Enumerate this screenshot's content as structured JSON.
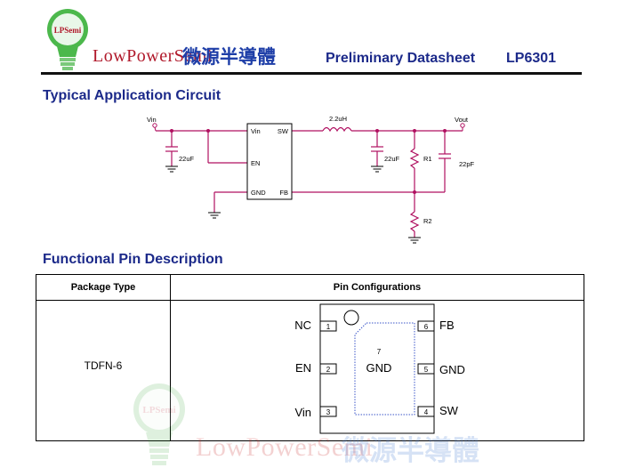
{
  "header": {
    "logo_text": "LPSemi",
    "brand_name": "LowPowerSemi",
    "brand_cn": "微源半導體",
    "doc_title": "Preliminary Datasheet",
    "part_number": "LP6301"
  },
  "colors": {
    "title_blue": "#1c2a8a",
    "brand_red": "#b0182a",
    "brand_blue": "#1f3fa8",
    "wire": "#b01060",
    "logo_green": "#3aa53a"
  },
  "sections": {
    "typical_application": "Typical Application Circuit",
    "functional_pin": "Functional Pin Description"
  },
  "circuit": {
    "vin": "Vin",
    "vout": "Vout",
    "ic_pins": {
      "vin": "Vin",
      "sw": "SW",
      "en": "EN",
      "gnd": "GND",
      "fb": "FB"
    },
    "inductor": "2.2uH",
    "c_in": "22uF",
    "c_out": "22uF",
    "c_ff": "22pF",
    "r1": "R1",
    "r2": "R2"
  },
  "pin_table": {
    "headers": [
      "Package Type",
      "Pin Configurations"
    ],
    "package": "TDFN-6",
    "pins_left": [
      {
        "num": "1",
        "name": "NC"
      },
      {
        "num": "2",
        "name": "EN"
      },
      {
        "num": "3",
        "name": "Vin"
      }
    ],
    "pins_right": [
      {
        "num": "6",
        "name": "FB"
      },
      {
        "num": "5",
        "name": "GND"
      },
      {
        "num": "4",
        "name": "SW"
      }
    ],
    "center_pad": {
      "num": "7",
      "name": "GND"
    }
  },
  "watermark": {
    "logo_text": "LPSemi",
    "brand_name": "LowPowerSemi",
    "brand_cn": "微源半導體"
  }
}
